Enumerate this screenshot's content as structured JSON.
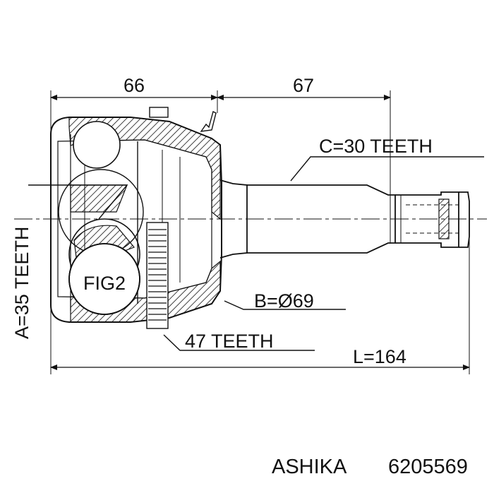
{
  "dimensions": {
    "left_length": "66",
    "right_length": "67",
    "spline_c": "C=30 TEETH",
    "spline_a": "A=35 TEETH",
    "abs_ring": "47 TEETH",
    "diameter_b": "B=Ø69",
    "total_length": "L=164",
    "figure_ref": "FIG2"
  },
  "footer": {
    "brand": "ASHIKA",
    "part_number": "6205569"
  },
  "colors": {
    "line": "#111111",
    "background": "#ffffff"
  }
}
